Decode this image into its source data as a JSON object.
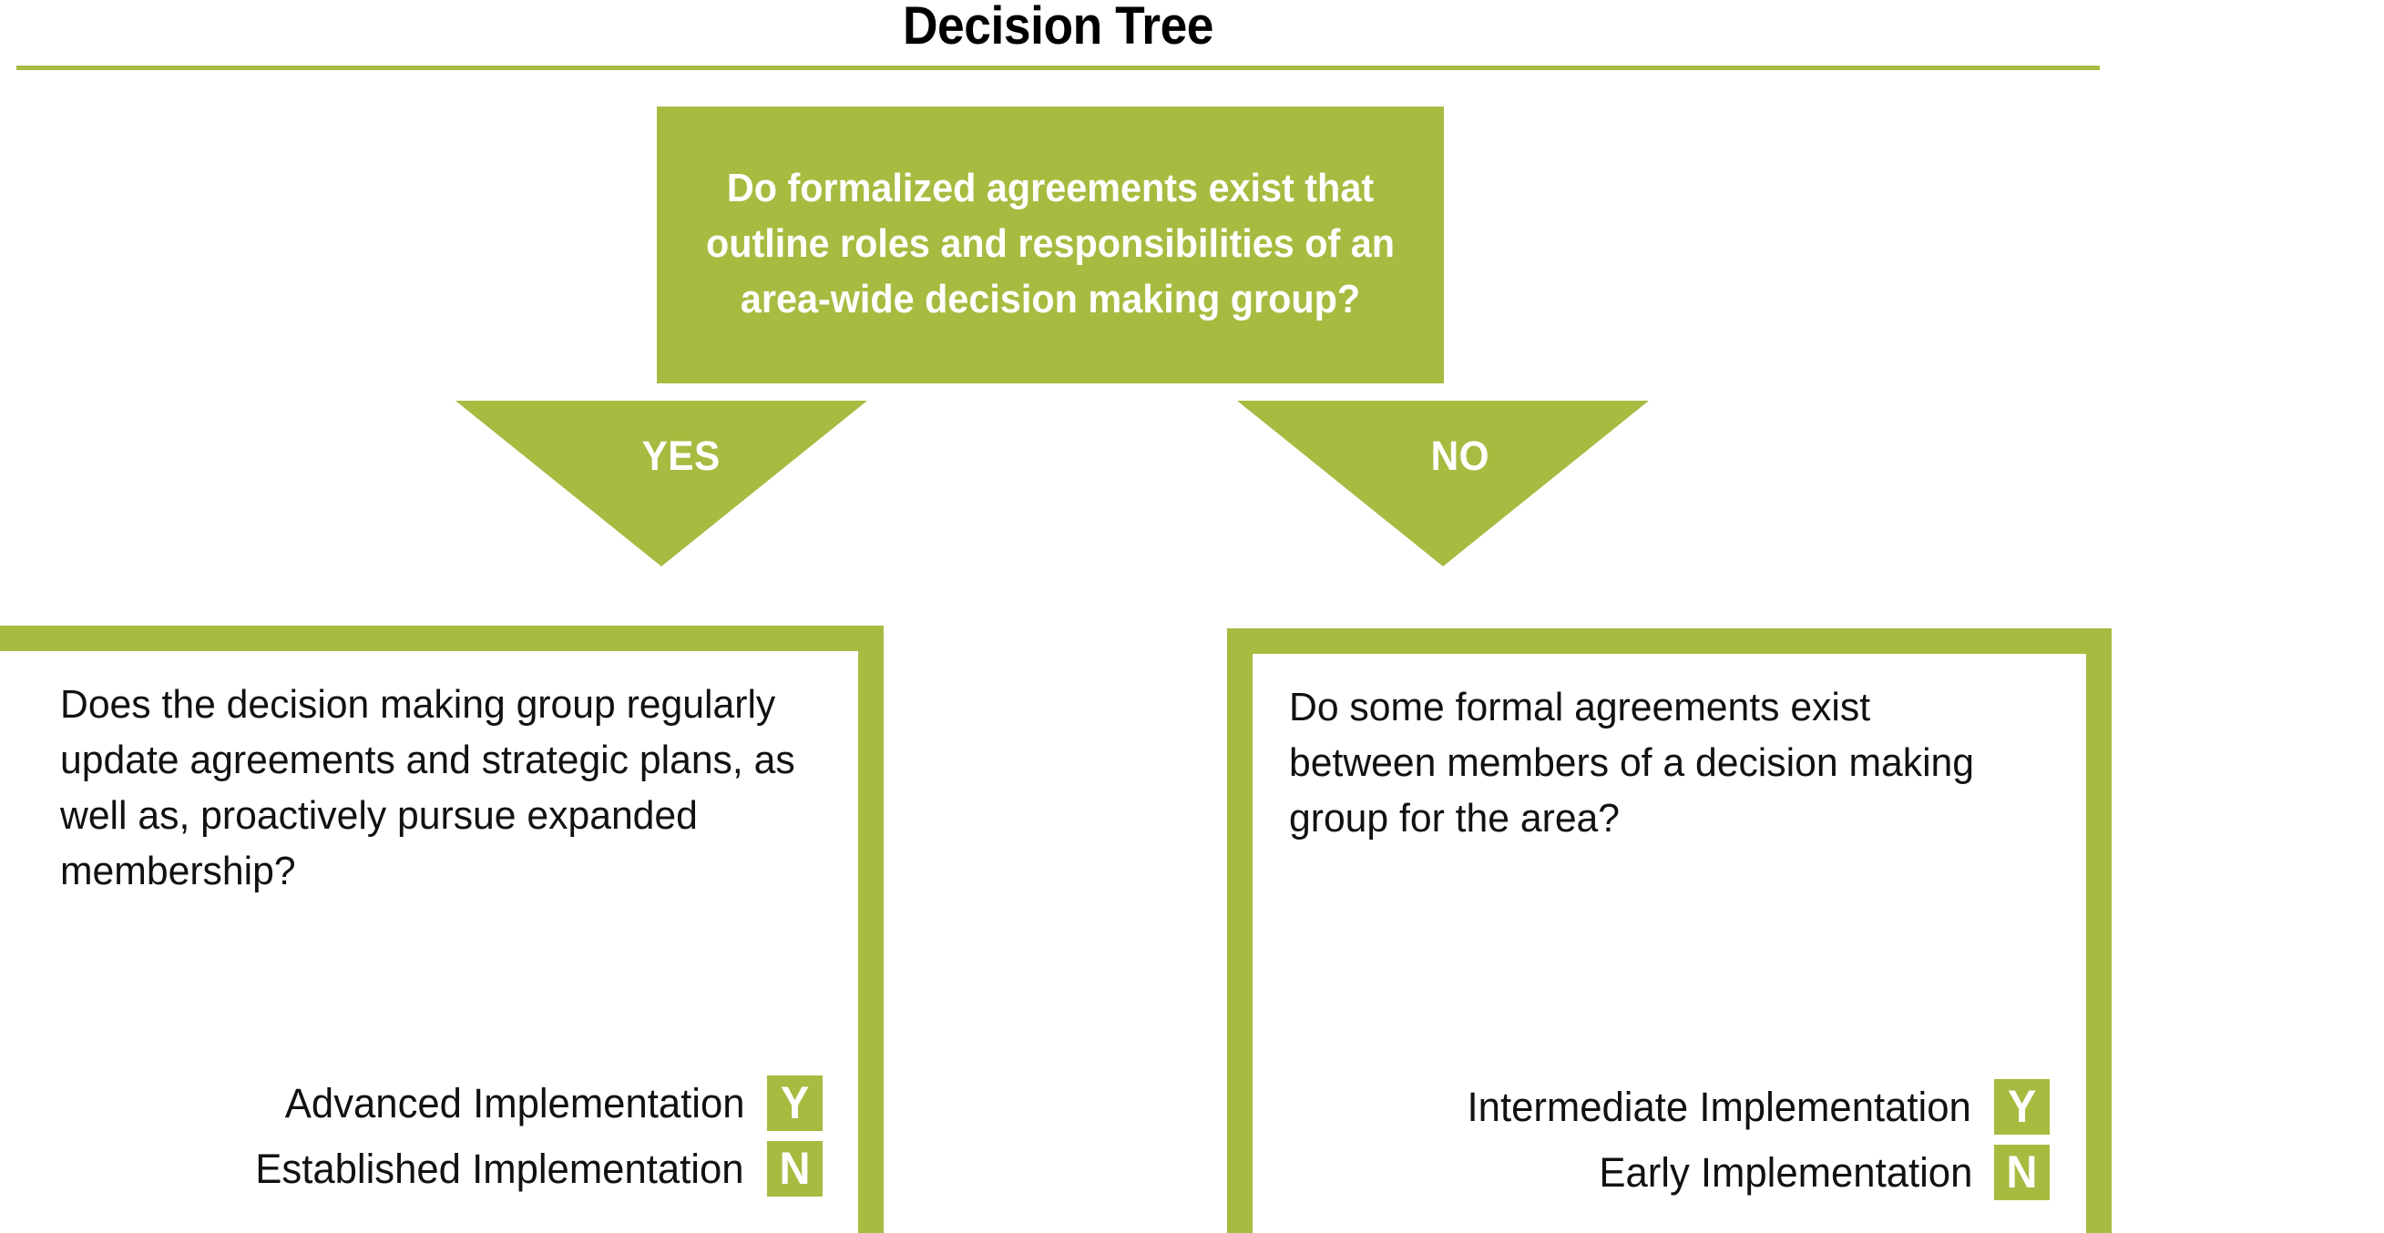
{
  "title": "Decision Tree",
  "colors": {
    "accent_green": "#a5bc41",
    "text_dark": "#111111",
    "white": "#ffffff"
  },
  "root_question": "Do formalized agreements exist that outline roles and responsibilities of an area-wide decision making group?",
  "branches": [
    {
      "label": "YES",
      "side": "left"
    },
    {
      "label": "NO",
      "side": "right"
    }
  ],
  "outcomes": [
    {
      "question": "Does the decision making group regularly update agreements and strategic plans, as well as, proactively pursue expanded membership?",
      "results": [
        {
          "label": "Advanced Implementation",
          "badge": "Y"
        },
        {
          "label": "Established Implementation",
          "badge": "N"
        }
      ]
    },
    {
      "question": "Do some formal agreements exist between members of a decision making group for the area?",
      "results": [
        {
          "label": "Intermediate Implementation",
          "badge": "Y"
        },
        {
          "label": "Early Implementation",
          "badge": "N"
        }
      ]
    }
  ]
}
